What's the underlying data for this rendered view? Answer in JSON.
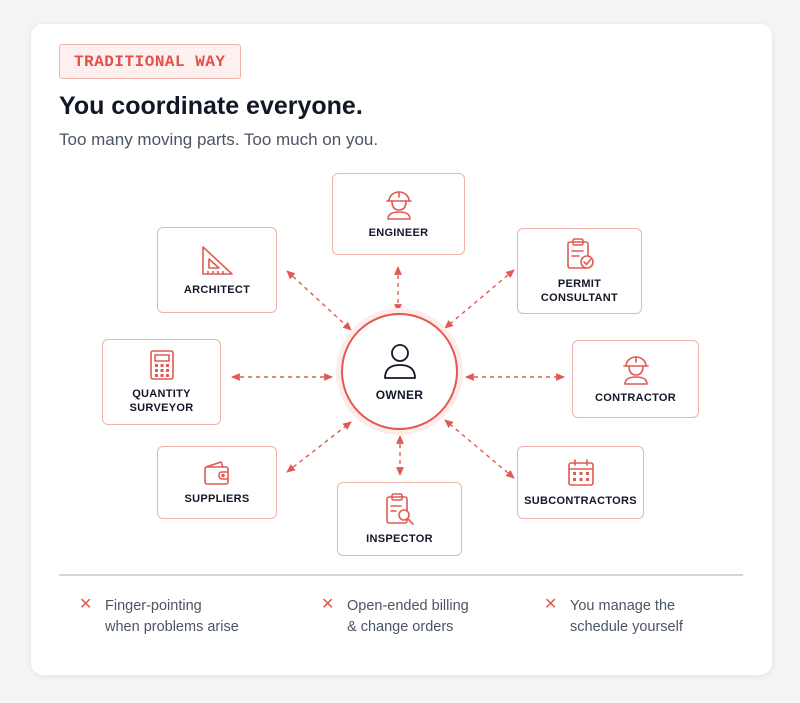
{
  "header": {
    "badge": "TRADITIONAL WAY",
    "title": "You coordinate everyone.",
    "subtitle": "Too many moving parts. Too much on you."
  },
  "center": {
    "label": "OWNER",
    "icon": "person-icon"
  },
  "nodes": [
    {
      "id": "engineer",
      "lines": [
        "ENGINEER"
      ],
      "icon": "hardhat-worker-icon"
    },
    {
      "id": "architect",
      "lines": [
        "ARCHITECT"
      ],
      "icon": "set-square-icon"
    },
    {
      "id": "permit",
      "lines": [
        "PERMIT",
        "CONSULTANT"
      ],
      "icon": "clipboard-check-icon"
    },
    {
      "id": "qs",
      "lines": [
        "QUANTITY",
        "SURVEYOR"
      ],
      "icon": "calculator-icon"
    },
    {
      "id": "contractor",
      "lines": [
        "CONTRACTOR"
      ],
      "icon": "hardhat-worker-icon"
    },
    {
      "id": "suppliers",
      "lines": [
        "SUPPLIERS"
      ],
      "icon": "wallet-icon"
    },
    {
      "id": "inspector",
      "lines": [
        "INSPECTOR"
      ],
      "icon": "clipboard-search-icon"
    },
    {
      "id": "subcontractors",
      "lines": [
        "SUBCONTRACTORS"
      ],
      "icon": "calendar-icon"
    }
  ],
  "cons": [
    {
      "lines": [
        "Finger-pointing",
        "when problems arise"
      ]
    },
    {
      "lines": [
        "Open-ended billing",
        "& change orders"
      ]
    },
    {
      "lines": [
        "You manage the",
        "schedule yourself"
      ]
    }
  ],
  "colors": {
    "accent": "#e05a53",
    "border": "#f0b2aa",
    "badge_bg": "#fdf0ee"
  }
}
